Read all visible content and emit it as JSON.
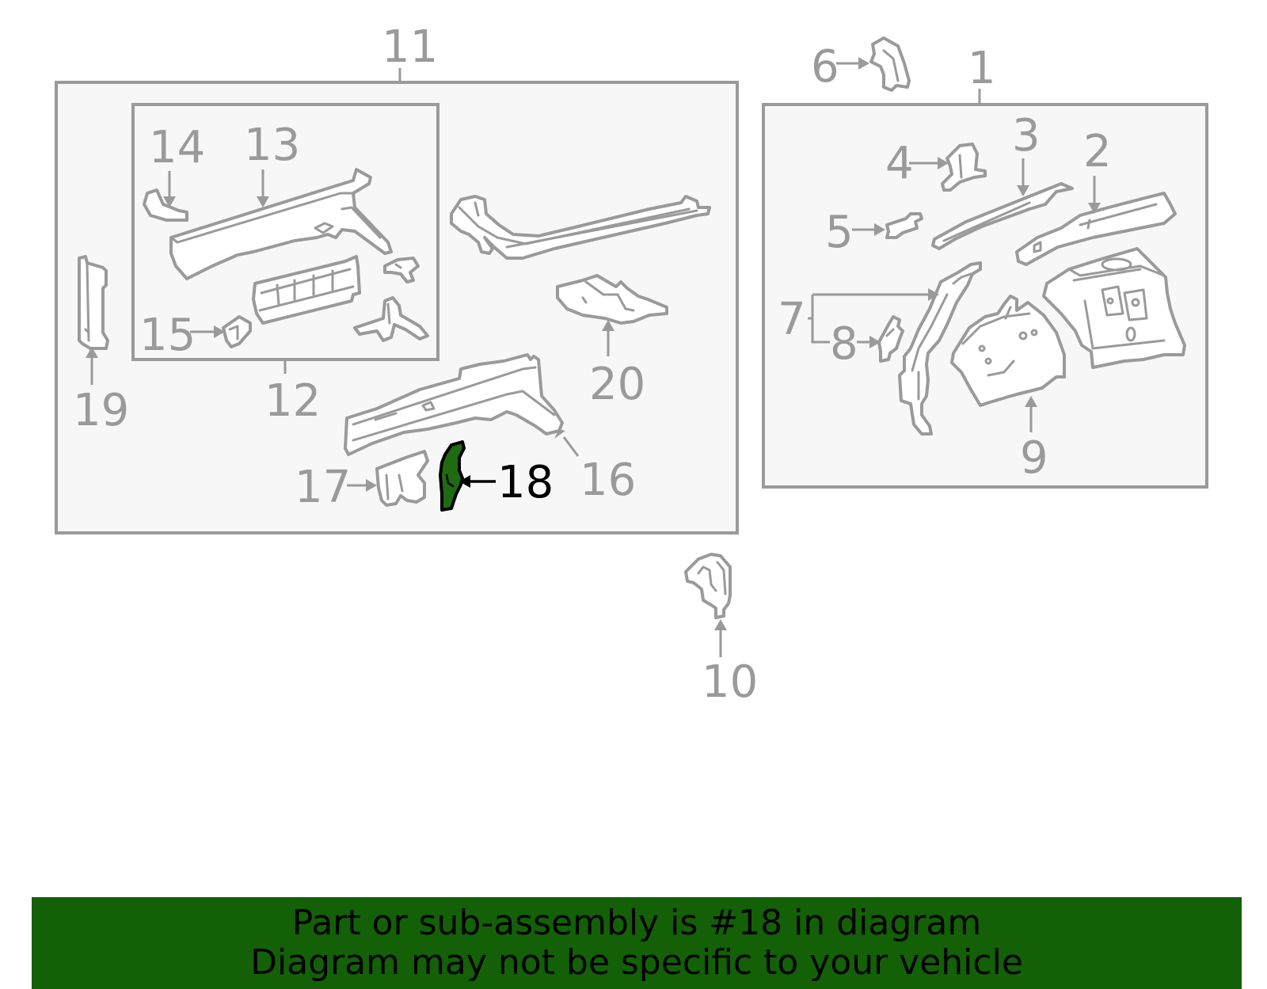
{
  "callouts": {
    "c1": "1",
    "c2": "2",
    "c3": "3",
    "c4": "4",
    "c5": "5",
    "c6": "6",
    "c7": "7",
    "c8": "8",
    "c9": "9",
    "c10": "10",
    "c11": "11",
    "c12": "12",
    "c13": "13",
    "c14": "14",
    "c15": "15",
    "c16": "16",
    "c17": "17",
    "c18": "18",
    "c19": "19",
    "c20": "20"
  },
  "highlight": {
    "callout": "18",
    "fill_color": "#1f6b12"
  },
  "banner": {
    "line1": "Part or sub-assembly is #18 in diagram",
    "line2": "Diagram may not be specific to your vehicle",
    "background_color": "#136007"
  },
  "colors": {
    "line_gray": "#9a9a9a",
    "box_fill": "#f7f7f7"
  }
}
